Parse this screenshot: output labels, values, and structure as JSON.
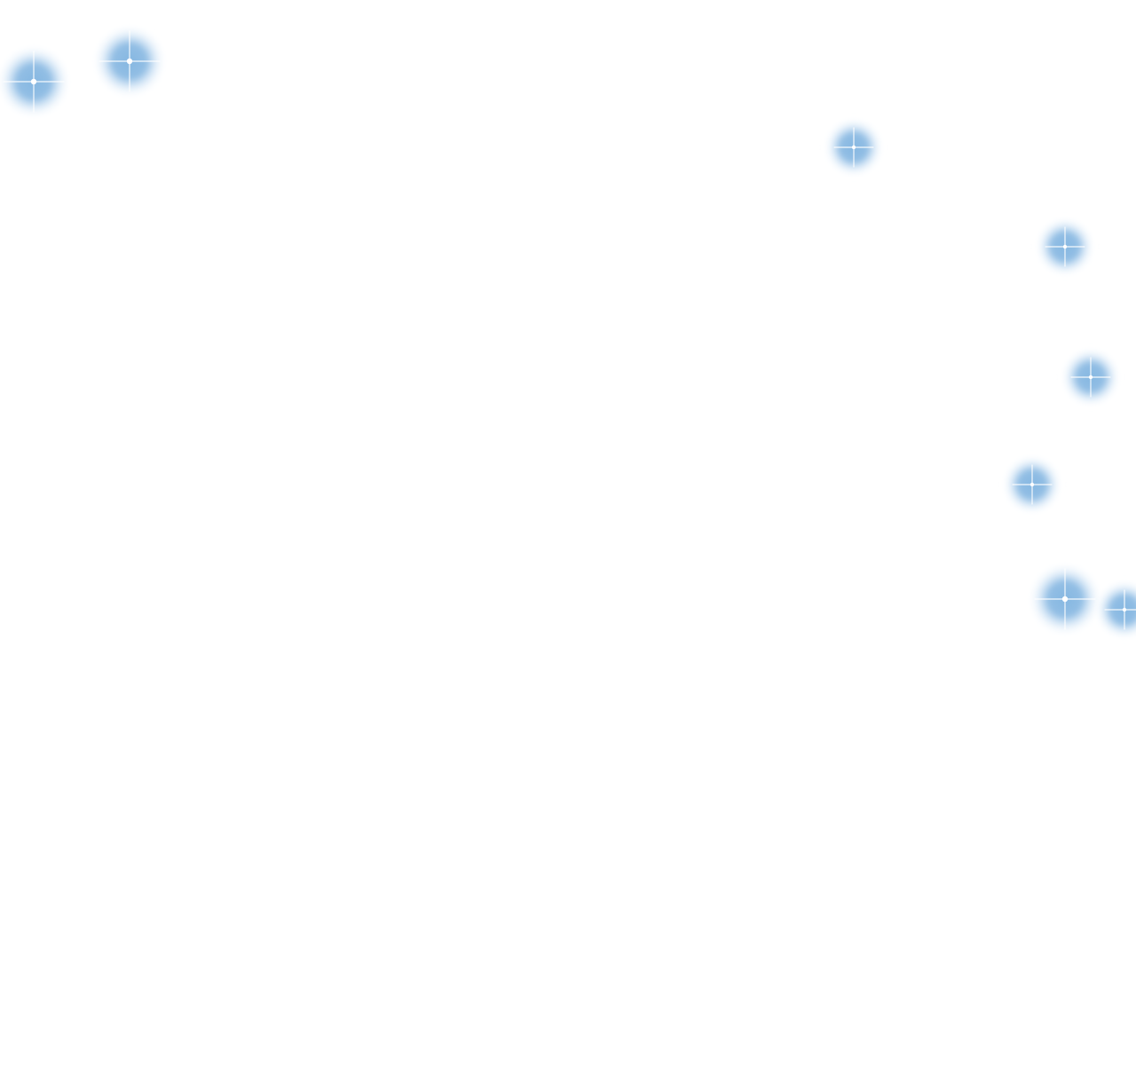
{
  "scene": {
    "background": "#ffffff",
    "glow_color": "#7fb3e0",
    "glow_edge_color": "#d8e9f8",
    "core_color": "#ffffff"
  },
  "sparkles": [
    {
      "name": "sparkle-1",
      "size": "large"
    },
    {
      "name": "sparkle-2",
      "size": "large"
    },
    {
      "name": "sparkle-3",
      "size": "medium"
    },
    {
      "name": "sparkle-4",
      "size": "medium"
    },
    {
      "name": "sparkle-5",
      "size": "medium"
    },
    {
      "name": "sparkle-6",
      "size": "medium"
    },
    {
      "name": "sparkle-7",
      "size": "large"
    },
    {
      "name": "sparkle-8",
      "size": "medium"
    }
  ]
}
